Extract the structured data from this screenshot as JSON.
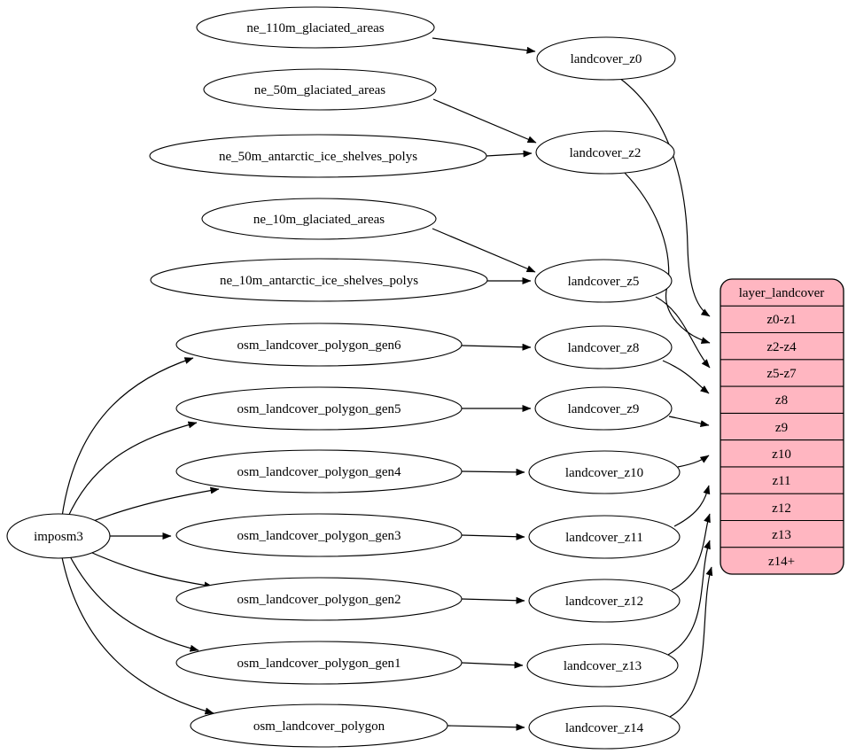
{
  "colors": {
    "record_fill": "#ffb6c1",
    "node_fill": "#ffffff",
    "stroke": "#000000",
    "background": "#ffffff"
  },
  "nodes": {
    "imposm3": {
      "label": "imposm3"
    },
    "sources": [
      {
        "label": "ne_110m_glaciated_areas"
      },
      {
        "label": "ne_50m_glaciated_areas"
      },
      {
        "label": "ne_50m_antarctic_ice_shelves_polys"
      },
      {
        "label": "ne_10m_glaciated_areas"
      },
      {
        "label": "ne_10m_antarctic_ice_shelves_polys"
      },
      {
        "label": "osm_landcover_polygon_gen6"
      },
      {
        "label": "osm_landcover_polygon_gen5"
      },
      {
        "label": "osm_landcover_polygon_gen4"
      },
      {
        "label": "osm_landcover_polygon_gen3"
      },
      {
        "label": "osm_landcover_polygon_gen2"
      },
      {
        "label": "osm_landcover_polygon_gen1"
      },
      {
        "label": "osm_landcover_polygon"
      }
    ],
    "intermediate": [
      {
        "label": "landcover_z0"
      },
      {
        "label": "landcover_z2"
      },
      {
        "label": "landcover_z5"
      },
      {
        "label": "landcover_z8"
      },
      {
        "label": "landcover_z9"
      },
      {
        "label": "landcover_z10"
      },
      {
        "label": "landcover_z11"
      },
      {
        "label": "landcover_z12"
      },
      {
        "label": "landcover_z13"
      },
      {
        "label": "landcover_z14"
      }
    ],
    "layer_table": {
      "title": "layer_landcover",
      "rows": [
        "z0-z1",
        "z2-z4",
        "z5-z7",
        "z8",
        "z9",
        "z10",
        "z11",
        "z12",
        "z13",
        "z14+"
      ]
    }
  },
  "edges": [
    {
      "from": "ne_110m_glaciated_areas",
      "to": "landcover_z0"
    },
    {
      "from": "ne_50m_glaciated_areas",
      "to": "landcover_z2"
    },
    {
      "from": "ne_50m_antarctic_ice_shelves_polys",
      "to": "landcover_z2"
    },
    {
      "from": "ne_10m_glaciated_areas",
      "to": "landcover_z5"
    },
    {
      "from": "ne_10m_antarctic_ice_shelves_polys",
      "to": "landcover_z5"
    },
    {
      "from": "imposm3",
      "to": "osm_landcover_polygon_gen6"
    },
    {
      "from": "imposm3",
      "to": "osm_landcover_polygon_gen5"
    },
    {
      "from": "imposm3",
      "to": "osm_landcover_polygon_gen4"
    },
    {
      "from": "imposm3",
      "to": "osm_landcover_polygon_gen3"
    },
    {
      "from": "imposm3",
      "to": "osm_landcover_polygon_gen2"
    },
    {
      "from": "imposm3",
      "to": "osm_landcover_polygon_gen1"
    },
    {
      "from": "imposm3",
      "to": "osm_landcover_polygon"
    },
    {
      "from": "osm_landcover_polygon_gen6",
      "to": "landcover_z8"
    },
    {
      "from": "osm_landcover_polygon_gen5",
      "to": "landcover_z9"
    },
    {
      "from": "osm_landcover_polygon_gen4",
      "to": "landcover_z10"
    },
    {
      "from": "osm_landcover_polygon_gen3",
      "to": "landcover_z11"
    },
    {
      "from": "osm_landcover_polygon_gen2",
      "to": "landcover_z12"
    },
    {
      "from": "osm_landcover_polygon_gen1",
      "to": "landcover_z13"
    },
    {
      "from": "osm_landcover_polygon",
      "to": "landcover_z14"
    },
    {
      "from": "landcover_z0",
      "to": "layer_landcover:z0-z1"
    },
    {
      "from": "landcover_z2",
      "to": "layer_landcover:z2-z4"
    },
    {
      "from": "landcover_z5",
      "to": "layer_landcover:z5-z7"
    },
    {
      "from": "landcover_z8",
      "to": "layer_landcover:z8"
    },
    {
      "from": "landcover_z9",
      "to": "layer_landcover:z9"
    },
    {
      "from": "landcover_z10",
      "to": "layer_landcover:z10"
    },
    {
      "from": "landcover_z11",
      "to": "layer_landcover:z11"
    },
    {
      "from": "landcover_z12",
      "to": "layer_landcover:z12"
    },
    {
      "from": "landcover_z13",
      "to": "layer_landcover:z13"
    },
    {
      "from": "landcover_z14",
      "to": "layer_landcover:z14+"
    }
  ]
}
